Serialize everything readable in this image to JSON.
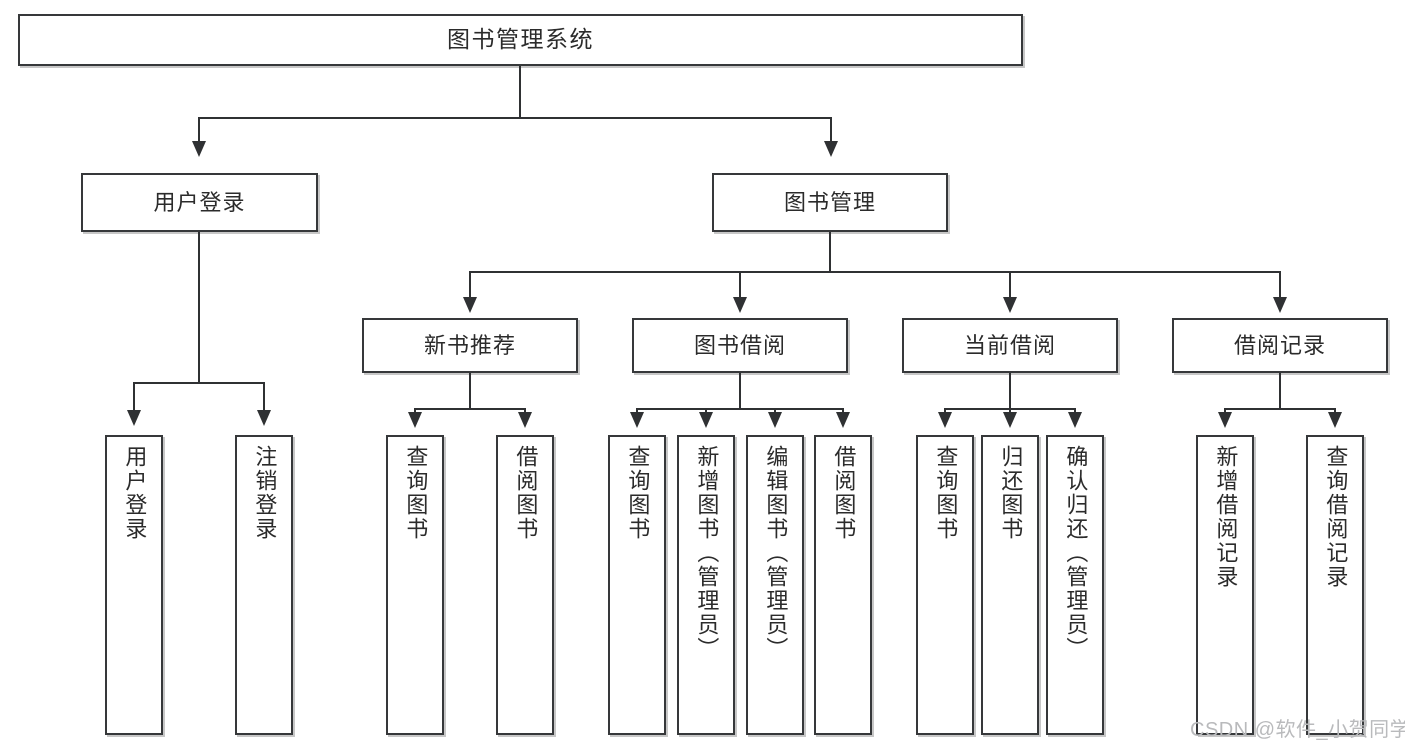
{
  "diagram": {
    "title": "图书管理系统",
    "type": "tree-hierarchy-chart",
    "root": {
      "label": "图书管理系统"
    },
    "level2": [
      {
        "label": "用户登录"
      },
      {
        "label": "图书管理"
      }
    ],
    "level3": [
      {
        "label": "新书推荐"
      },
      {
        "label": "图书借阅"
      },
      {
        "label": "当前借阅"
      },
      {
        "label": "借阅记录"
      }
    ],
    "leaves": {
      "user_login": [
        {
          "label": "用户登录"
        },
        {
          "label": "注销登录"
        }
      ],
      "new_book_recommend": [
        {
          "label": "查询图书"
        },
        {
          "label": "借阅图书"
        }
      ],
      "book_borrow": [
        {
          "label": "查询图书"
        },
        {
          "label": "新增图书（管理员）"
        },
        {
          "label": "编辑图书（管理员）"
        },
        {
          "label": "借阅图书"
        }
      ],
      "current_borrow": [
        {
          "label": "查询图书"
        },
        {
          "label": "归还图书"
        },
        {
          "label": "确认归还（管理员）"
        }
      ],
      "borrow_record": [
        {
          "label": "新增借阅记录"
        },
        {
          "label": "查询借阅记录"
        }
      ]
    }
  },
  "watermark": {
    "text": "CSDN @软件_小贺同学"
  },
  "colors": {
    "box_border": "#36383a",
    "line": "#2f3133",
    "text": "#2b2b2b",
    "background": "#ffffff",
    "watermark": "#b9babc"
  }
}
